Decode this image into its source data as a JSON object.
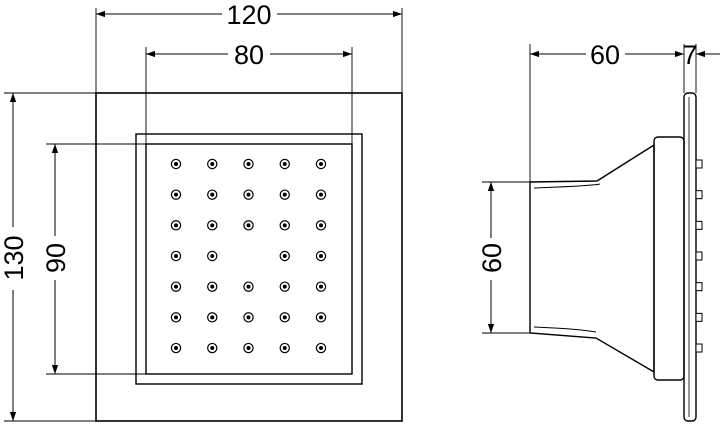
{
  "dimensions": {
    "front_width": "120",
    "panel_width": "80",
    "front_height": "130",
    "panel_height": "90",
    "side_depth": "60",
    "plate_thickness": "7",
    "body_height": "60"
  },
  "nozzle_grid": {
    "rows": 7,
    "columns": 5,
    "missing": [
      [
        3,
        2
      ]
    ]
  },
  "side_nozzles": 7,
  "colors": {
    "line": "#000000",
    "background": "#ffffff"
  }
}
